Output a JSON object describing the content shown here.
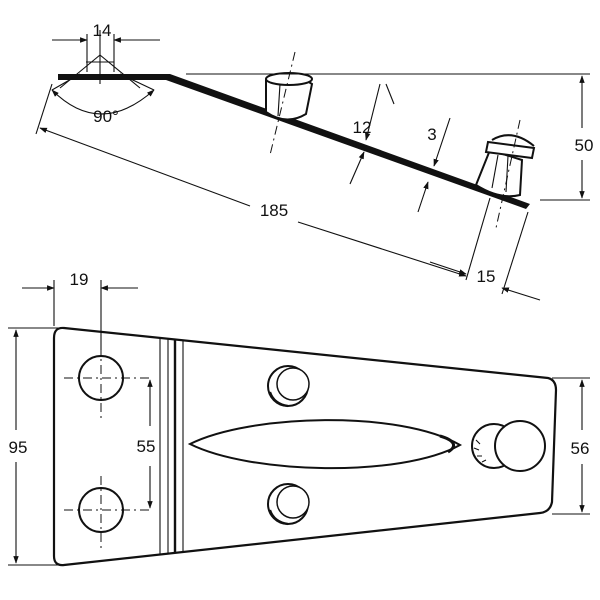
{
  "drawing": {
    "side_view": {
      "d_width": "14",
      "d_angle": "90°",
      "d_offset": "12",
      "d_thickness": "3",
      "d_height": "50",
      "d_length": "185",
      "d_end": "15"
    },
    "plan_view": {
      "d_hole_edge": "19",
      "d_width_left": "95",
      "d_hole_spacing": "55",
      "d_width_right": "56"
    }
  }
}
